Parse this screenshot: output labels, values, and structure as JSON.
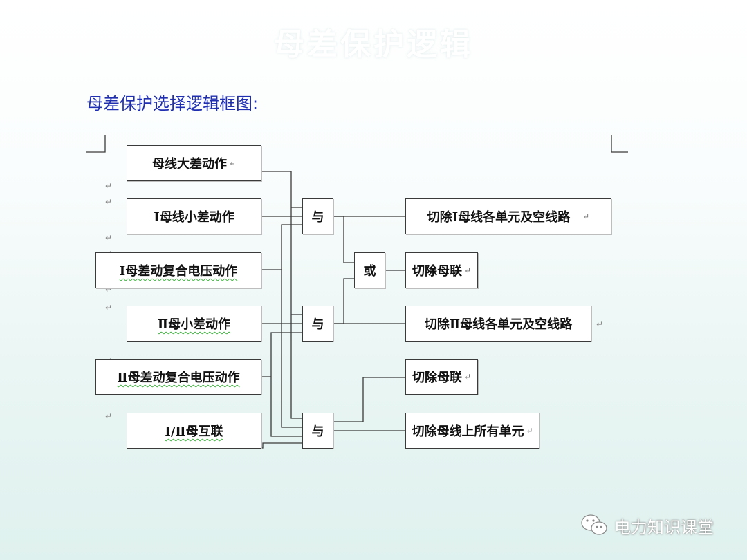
{
  "slide": {
    "title": "母差保护逻辑",
    "subtitle": "母差保护选择逻辑框图:"
  },
  "inputs": [
    {
      "label": "母线大差动作"
    },
    {
      "label": "Ⅰ母线小差动作"
    },
    {
      "label": "Ⅰ母差动复合电压动作"
    },
    {
      "label": "Ⅱ母小差动作"
    },
    {
      "label": "Ⅱ母差动复合电压动作"
    },
    {
      "label": "Ⅰ/Ⅱ母互联"
    }
  ],
  "gates": [
    {
      "label": "与"
    },
    {
      "label": "或"
    },
    {
      "label": "与"
    },
    {
      "label": "与"
    }
  ],
  "outputs": [
    {
      "label": "切除Ⅰ母线各单元及空线路"
    },
    {
      "label": "切除母联"
    },
    {
      "label": "切除Ⅱ母线各单元及空线路"
    },
    {
      "label": "切除母联"
    },
    {
      "label": "切除母线上所有单元"
    }
  ],
  "watermark": {
    "text": "电力知识课堂",
    "icon": "wechat-icon"
  },
  "colors": {
    "subtitle": "#1f2fb0",
    "line": "#3a3a3a",
    "squiggle": "#3fb23f"
  }
}
